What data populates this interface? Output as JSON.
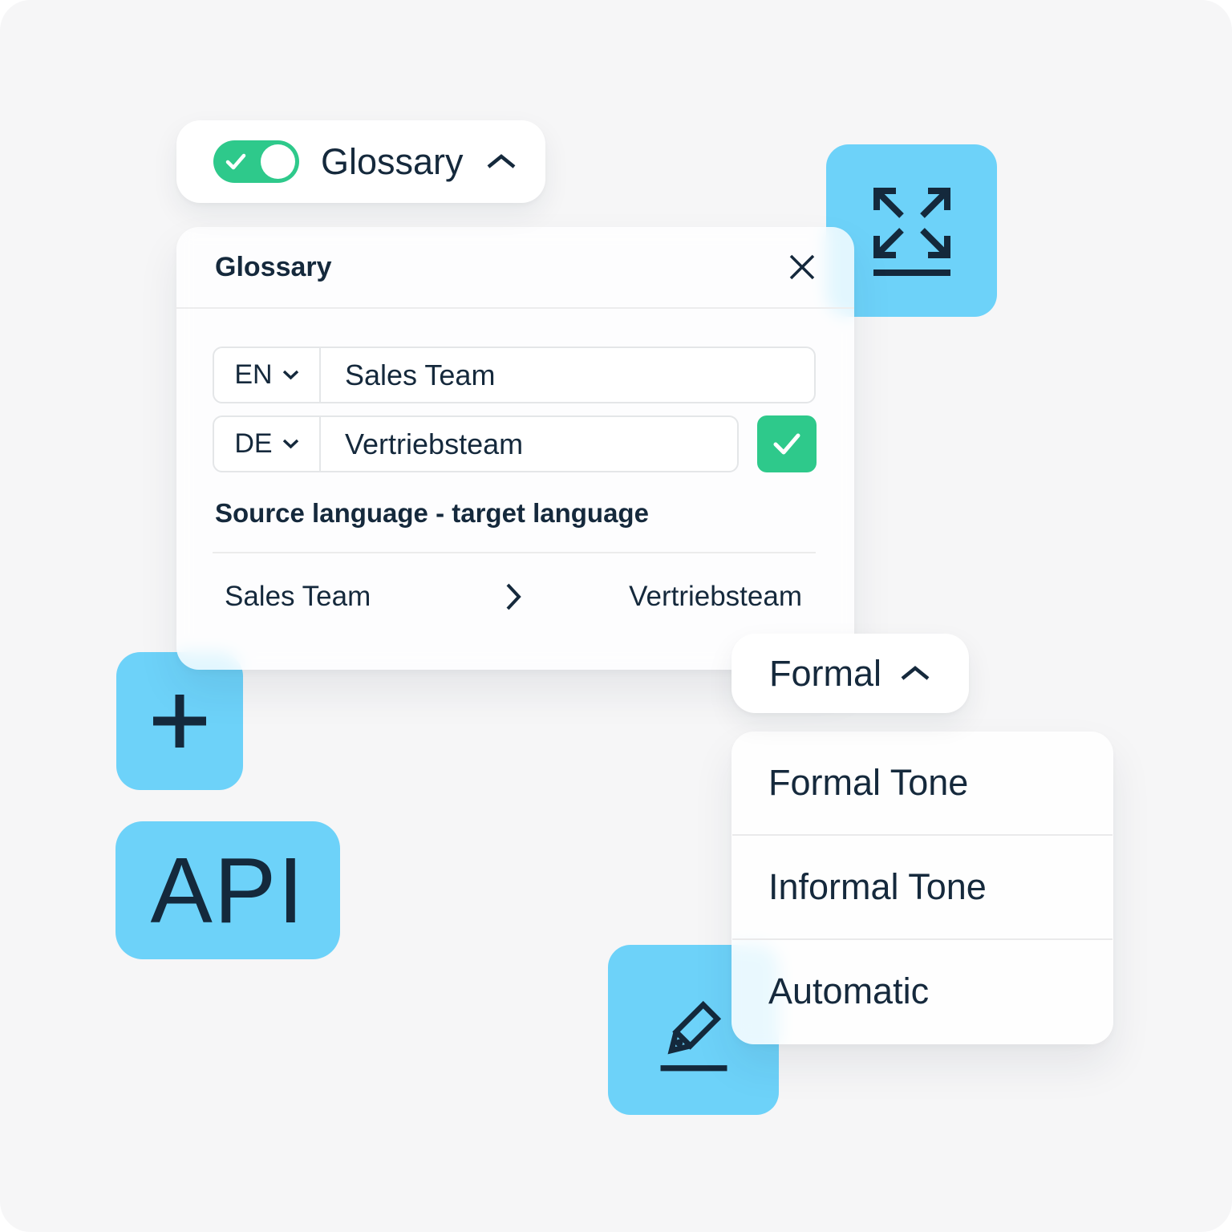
{
  "colors": {
    "background": "#f6f6f7",
    "surface": "#ffffff",
    "accent_blue": "#6dd2f9",
    "accent_green": "#2ec98b",
    "text_navy": "#15293c",
    "border": "#e4e6e8",
    "divider": "#ececec"
  },
  "glossary_toggle": {
    "label": "Glossary",
    "state": "on",
    "toggle_icon": "check-icon",
    "chevron_icon": "chevron-up-icon"
  },
  "glossary_panel": {
    "title": "Glossary",
    "close_icon": "close-icon",
    "rows": [
      {
        "lang": "EN",
        "term": "Sales Team"
      },
      {
        "lang": "DE",
        "term": "Vertriebsteam"
      }
    ],
    "confirm_icon": "check-icon",
    "section_heading": "Source language - target language",
    "pairs": [
      {
        "source": "Sales Team",
        "target": "Vertriebsteam"
      }
    ]
  },
  "tone": {
    "selected": "Formal",
    "chevron_icon": "chevron-up-icon",
    "options": [
      "Formal Tone",
      "Informal Tone",
      "Automatic"
    ]
  },
  "api_tile": {
    "label": "API"
  },
  "tiles": {
    "expand": "expand-arrows-icon",
    "add": "plus-icon",
    "edit": "pencil-icon"
  }
}
